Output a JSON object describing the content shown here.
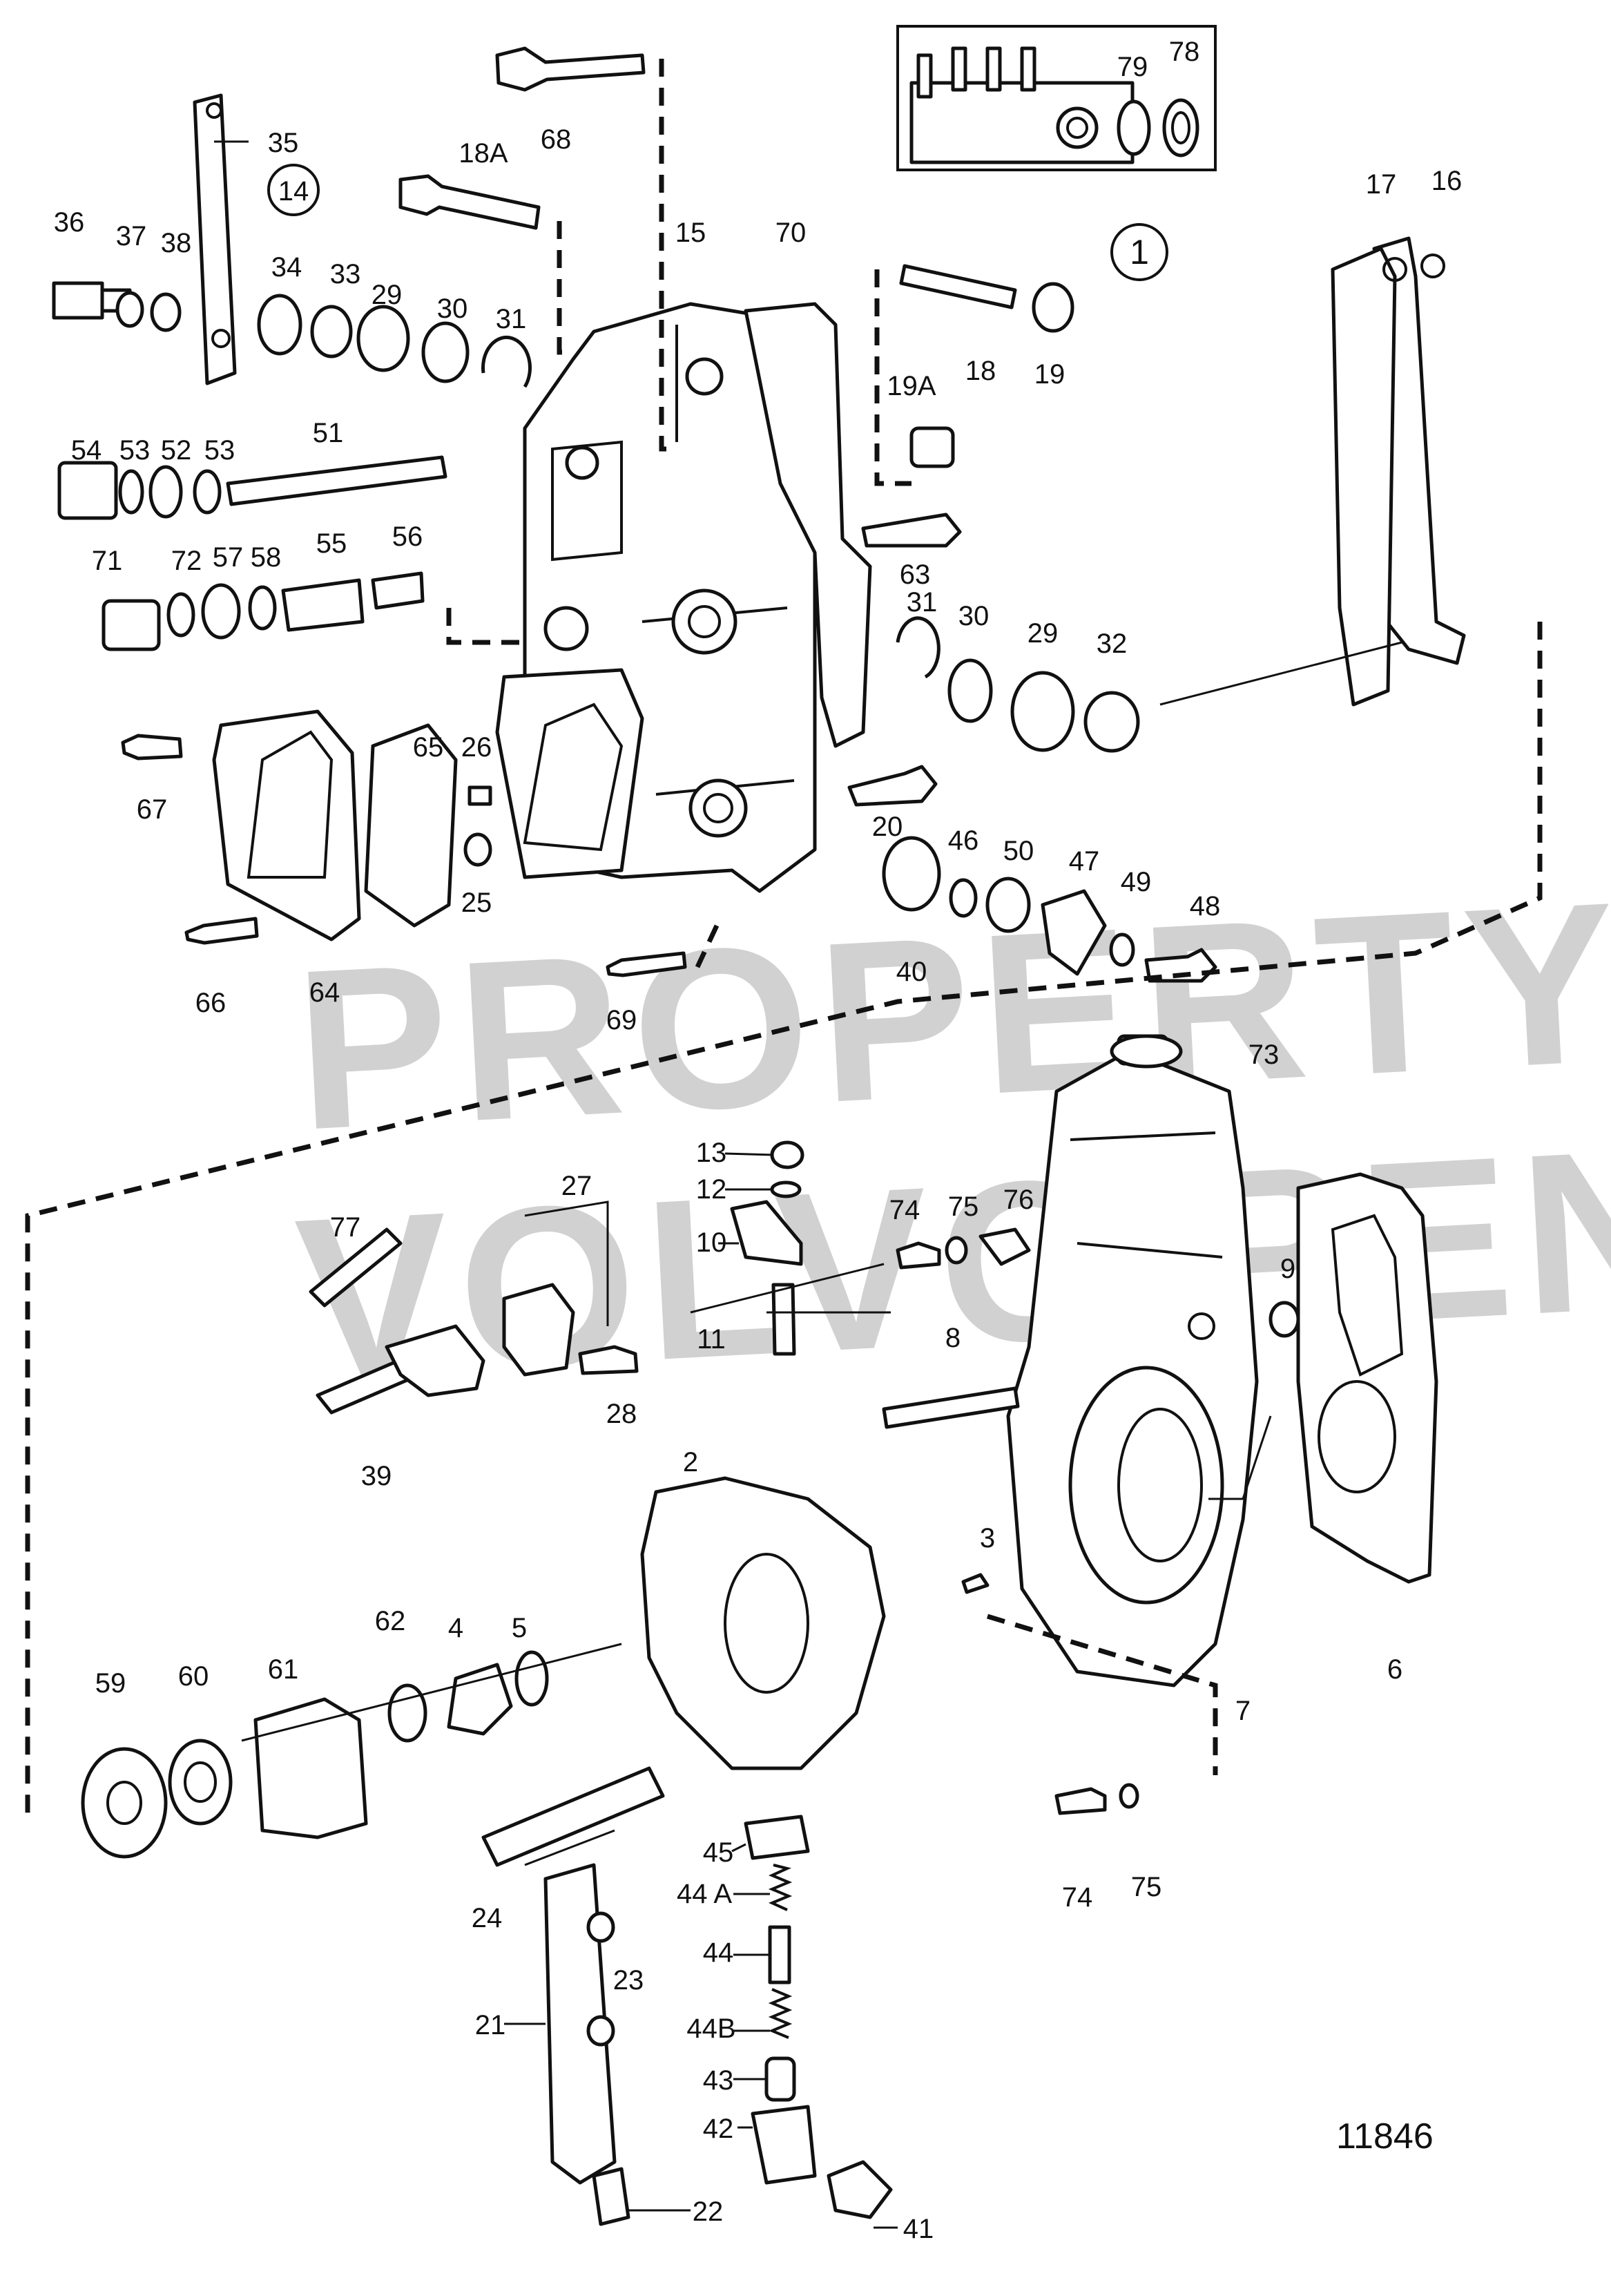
{
  "diagram": {
    "reference_number": "11846",
    "watermark_lines": [
      "PROPERTY OF",
      "VOLVO PENTA"
    ],
    "group_markers": [
      "14",
      "1"
    ],
    "part_labels": [
      "1",
      "2",
      "3",
      "4",
      "5",
      "6",
      "7",
      "8",
      "9",
      "10",
      "11",
      "12",
      "13",
      "14",
      "15",
      "16",
      "17",
      "18",
      "18A",
      "19",
      "19A",
      "20",
      "21",
      "22",
      "23",
      "24",
      "25",
      "26",
      "27",
      "28",
      "29",
      "30",
      "31",
      "32",
      "33",
      "34",
      "35",
      "36",
      "37",
      "38",
      "39",
      "40",
      "41",
      "42",
      "43",
      "44",
      "44 A",
      "44B",
      "45",
      "46",
      "47",
      "48",
      "49",
      "50",
      "51",
      "52",
      "53",
      "54",
      "55",
      "56",
      "57",
      "58",
      "59",
      "60",
      "61",
      "62",
      "63",
      "64",
      "65",
      "66",
      "67",
      "68",
      "69",
      "70",
      "71",
      "72",
      "73",
      "74",
      "75",
      "76",
      "77",
      "78",
      "79"
    ]
  }
}
